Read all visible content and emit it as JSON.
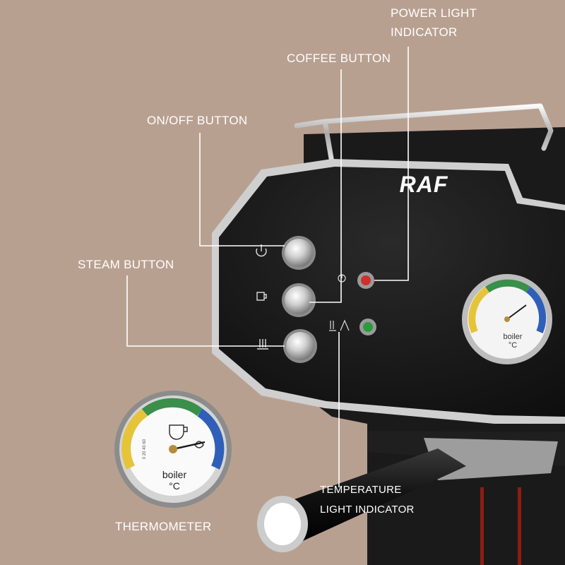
{
  "annotations": {
    "power_light": {
      "line1": "POWER LIGHT",
      "line2": "INDICATOR"
    },
    "coffee_button": "COFFEE BUTTON",
    "on_off_button": "ON/OFF BUTTON",
    "steam_button": "STEAM BUTTON",
    "temperature_light": {
      "line1": "TEMPERATURE",
      "line2": "LIGHT INDICATOR"
    },
    "thermometer": "THERMOMETER"
  },
  "machine": {
    "brand": "RAF"
  },
  "gauge": {
    "label": "boiler",
    "unit": "°C",
    "scale_text": "0 20 40 60"
  },
  "indicator_lights": {
    "power_light_color": "#d0302a",
    "temperature_light_color": "#2e9b3a"
  },
  "colors": {
    "background": "#b8a091",
    "machine_body": "#151515",
    "chrome": "#d9d9d9",
    "leader_lines": "#ffffff",
    "gauge_yellow": "#e6c43a",
    "gauge_green": "#3a8f4a",
    "gauge_blue": "#2f5fb8"
  },
  "icons": [
    "power-icon",
    "coffee-cup-icon",
    "steam-icon",
    "power-light-icon",
    "steam-temperature-icon",
    "coffee-cup-gauge-icon",
    "garlic-gauge-icon"
  ]
}
